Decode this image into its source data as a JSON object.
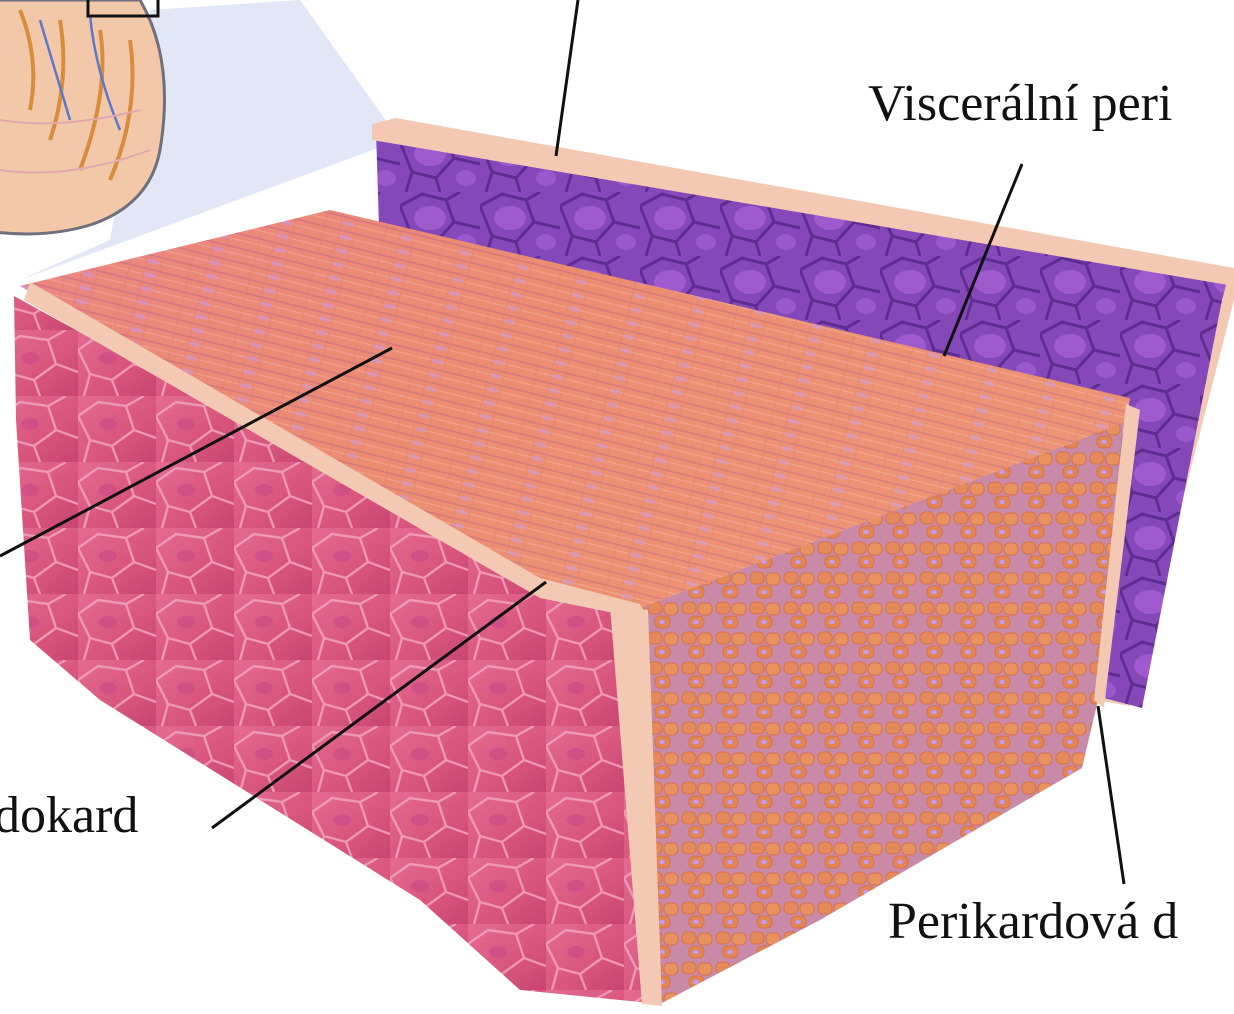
{
  "labels": {
    "visceral_pericardium": "Viscerální peri",
    "endocardium": "dokard",
    "pericardial_cavity": "Perikardová d"
  },
  "colors": {
    "endocardium_face": "#d9577f",
    "endocardium_cell_line": "#f1a2bd",
    "myocardium_top": "#e9846c",
    "myocardium_fiber": "#f2a486",
    "myocardium_cross_section": "#e48a5a",
    "cross_section_background": "#c98aa8",
    "nucleus": "#c59af0",
    "visceral_layer": "#8a4fc0",
    "visceral_cell": "#a65fd6",
    "connective_edge": "#f3c9b3",
    "zoom_wedge": "#cfd6f1",
    "heart_inset": "#f2c8a8",
    "leader_line": "#111111"
  },
  "icons": {
    "heart_inset": "heart-inset-icon"
  }
}
